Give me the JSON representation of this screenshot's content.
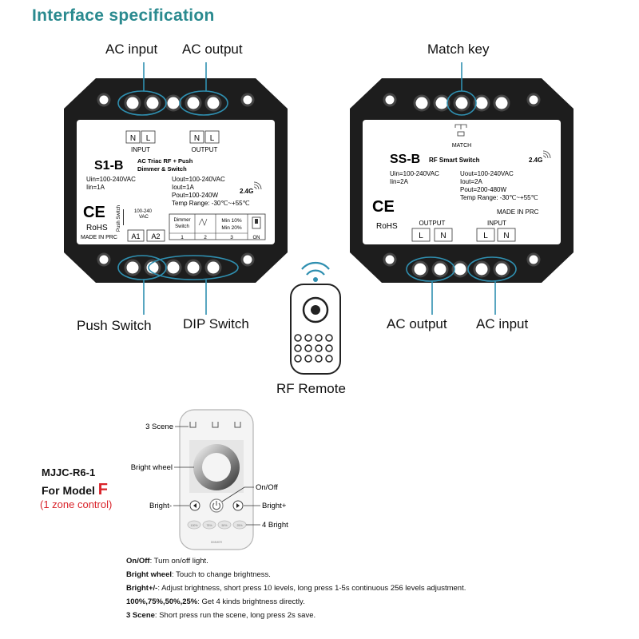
{
  "title": "Interface specification",
  "left_device": {
    "top_labels": [
      "AC input",
      "AC output"
    ],
    "bottom_labels": [
      "Push Switch",
      "DIP Switch"
    ],
    "model": "S1-B",
    "product_line1": "AC Triac RF + Push",
    "product_line2": "Dimmer & Switch",
    "input_label": "INPUT",
    "output_label": "OUTPUT",
    "terminals_input": [
      "N",
      "L"
    ],
    "terminals_output": [
      "N",
      "L"
    ],
    "spec_in1": "Uin=100-240VAC",
    "spec_in2": "Iin=1A",
    "spec_out1": "Uout=100-240VAC",
    "spec_out2": "Iout=1A",
    "spec_out3": "Pout=100-240W",
    "spec_out4": "Temp Range: -30℃~+55℃",
    "freq": "2.4G",
    "ce": "CE",
    "rohs": "RoHS",
    "made": "MADE IN PRC",
    "push_label": "Push Switch",
    "vac_label1": "100-240",
    "vac_label2": "VAC",
    "a1": "A1",
    "a2": "A2",
    "dimmer_label1": "Dimmer",
    "dimmer_label2": "Switch",
    "min1": "Min 10%",
    "min2": "Min 20%",
    "dip_nums": [
      "1",
      "2",
      "3"
    ],
    "on_label": "ON"
  },
  "right_device": {
    "top_label": "Match key",
    "bottom_labels": [
      "AC output",
      "AC input"
    ],
    "model": "SS-B",
    "product": "RF Smart Switch",
    "match": "MATCH",
    "freq": "2.4G",
    "spec_in1": "Uin=100-240VAC",
    "spec_in2": "Iin=2A",
    "spec_out1": "Uout=100-240VAC",
    "spec_out2": "Iout=2A",
    "spec_out3": "Pout=200-480W",
    "spec_out4": "Temp Range: -30℃~+55℃",
    "made": "MADE IN PRC",
    "ce": "CE",
    "rohs": "RoHS",
    "output_label": "OUTPUT",
    "input_label": "INPUT",
    "terminals_output": [
      "L",
      "N"
    ],
    "terminals_input": [
      "L",
      "N"
    ]
  },
  "rf_remote_label": "RF Remote",
  "remote_diagram": {
    "model_line1": "MJJC-R6-1",
    "model_line2_prefix": "For Model ",
    "model_line2_letter": "F",
    "model_line3": "(1 zone control)",
    "callouts": {
      "scene": "3 Scene",
      "wheel": "Bright wheel",
      "onoff": "On/Off",
      "bright_minus": "Bright-",
      "bright_plus": "Bright+",
      "four_bright": "4 Bright"
    },
    "bright_buttons": [
      "100%",
      "75%",
      "50%",
      "25%"
    ],
    "footer": "DIMMER"
  },
  "descriptions": [
    {
      "key": "On/Off",
      "text": ": Turn on/off light."
    },
    {
      "key": "Bright wheel",
      "text": ": Touch to change brightness."
    },
    {
      "key": "Bright+/-",
      "text": ": Adjust brightness, short press 10 levels, long press 1-5s continuous 256 levels adjustment."
    },
    {
      "key": "100%,75%,50%,25%",
      "text": ": Get 4 kinds brightness directly."
    },
    {
      "key": "3 Scene",
      "text": ": Short press run the scene, long press 2s save."
    }
  ],
  "colors": {
    "title": "#2a8a8f",
    "highlight": "#2f8fb0",
    "accent_red": "#d9232a"
  }
}
